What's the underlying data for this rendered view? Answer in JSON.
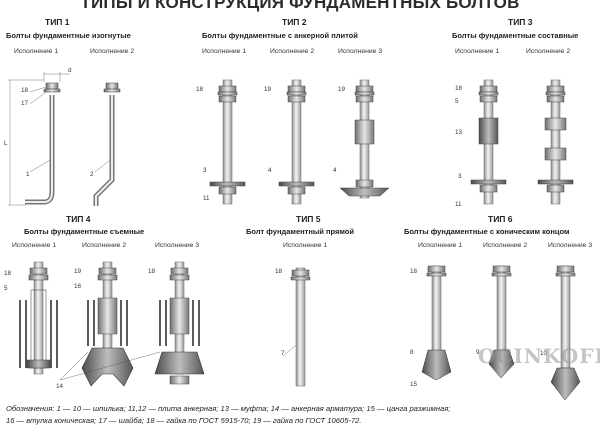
{
  "title": "ТИПЫ И КОНСТРУКЦИЯ ФУНДАМЕНТНЫХ БОЛТОВ",
  "types": [
    {
      "name": "ТИП 1",
      "subtitle": "Болты фундаментные изогнутые",
      "variants": [
        "Исполнение 1",
        "Исполнение 2"
      ]
    },
    {
      "name": "ТИП 2",
      "subtitle": "Болты фундаментные с анкерной плитой",
      "variants": [
        "Исполнение 1",
        "Исполнение 2",
        "Исполнение 3"
      ]
    },
    {
      "name": "ТИП 3",
      "subtitle": "Болты фундаментные составные",
      "variants": [
        "Исполнение 1",
        "Исполнение 2"
      ]
    },
    {
      "name": "ТИП 4",
      "subtitle": "Болты фундаментные съемные",
      "variants": [
        "Исполнение 1",
        "Исполнение 2",
        "Исполнение 3"
      ]
    },
    {
      "name": "ТИП 5",
      "subtitle": "Болт фундаментный прямой",
      "variants": [
        "Исполнение 1"
      ]
    },
    {
      "name": "ТИП 6",
      "subtitle": "Болты фундаментные с коническим концом",
      "variants": [
        "Исполнение 1",
        "Исполнение 2",
        "Исполнение 3"
      ]
    }
  ],
  "callouts": {
    "t1": [
      "d",
      "18",
      "17",
      "L",
      "1",
      "2"
    ],
    "t2": [
      "18",
      "3",
      "11",
      "19",
      "4",
      "19",
      "4"
    ],
    "t3": [
      "18",
      "5",
      "13",
      "3",
      "11"
    ],
    "t4": [
      "18",
      "5",
      "19",
      "16",
      "18",
      "14"
    ],
    "t5": [
      "18",
      "7"
    ],
    "t6": [
      "18",
      "8",
      "15",
      "9",
      "10"
    ]
  },
  "legend": [
    "Обозначения: 1 — 10 — шпилька; 11,12 — плита анкерная; 13 — муфта; 14 — анкерная арматура; 15 — цанга разжимная;",
    "16 — втулка коническая; 17 — шайба; 18 — гайка по ГОСТ 5915-70; 19 — гайка по ГОСТ 10605-72."
  ],
  "watermark": "OCINKOFF"
}
